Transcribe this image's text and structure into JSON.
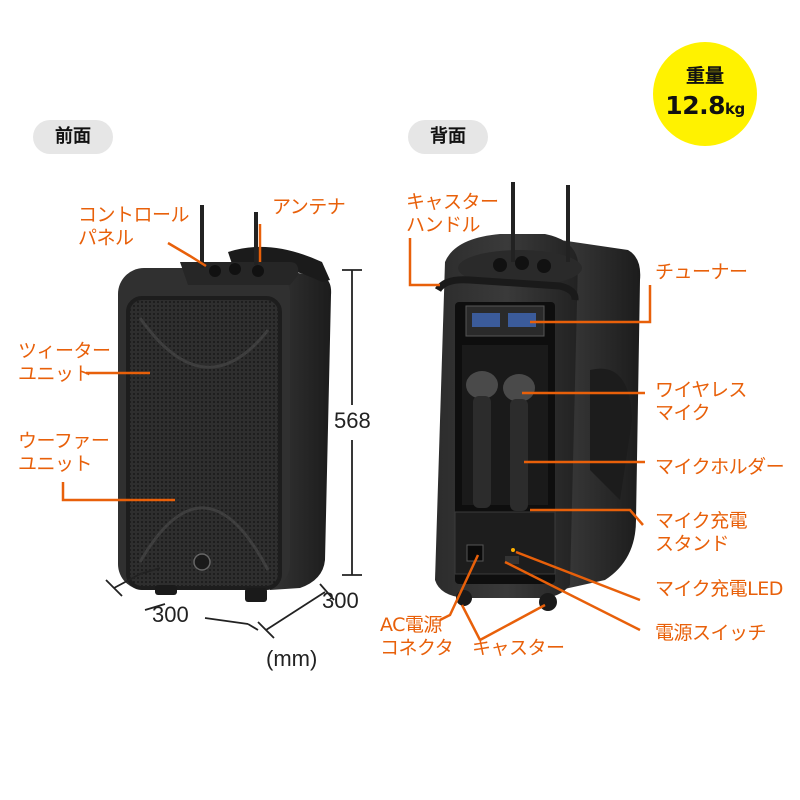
{
  "views": {
    "front": "前面",
    "back": "背面"
  },
  "weight": {
    "label": "重量",
    "value": "12.8",
    "unit": "kg"
  },
  "dimensions": {
    "height": "568",
    "width": "300",
    "depth": "300",
    "unit": "(mm)"
  },
  "front_labels": {
    "control_panel": "コントロール\nパネル",
    "antenna": "アンテナ",
    "tweeter": "ツィーター\nユニット",
    "woofer": "ウーファー\nユニット"
  },
  "back_labels": {
    "caster_handle": "キャスター\nハンドル",
    "tuner": "チューナー",
    "wireless_mic": "ワイヤレス\nマイク",
    "mic_holder": "マイクホルダー",
    "mic_charging_stand": "マイク充電\nスタンド",
    "mic_charging_led": "マイク充電LED",
    "power_switch": "電源スイッチ",
    "ac_connector": "AC電源\nコネクタ",
    "caster": "キャスター"
  },
  "colors": {
    "accent": "#e8600a",
    "badge": "#fff200",
    "pill": "#e6e6e6"
  }
}
